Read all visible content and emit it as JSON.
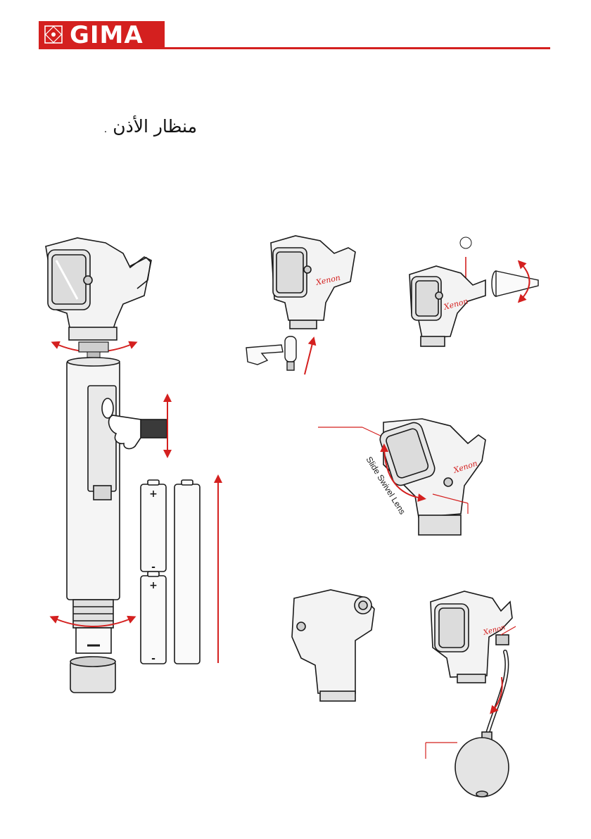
{
  "brand": {
    "name": "GIMA",
    "color": "#d4201f"
  },
  "heading": {
    "arabic_title": "منظار الأذن",
    "dot": "."
  },
  "labels": {
    "slide_swivel_lens": "Slide Swivel Lens",
    "plus": "+",
    "minus": "-"
  },
  "icons": [
    "otoscope-head-icon",
    "battery-icon",
    "hand-icon",
    "bulb-icon",
    "speculum-icon",
    "insufflation-bulb-icon",
    "rotate-arrow-icon"
  ],
  "colors": {
    "accent": "#d4201f",
    "line": "#1a1a1a"
  }
}
